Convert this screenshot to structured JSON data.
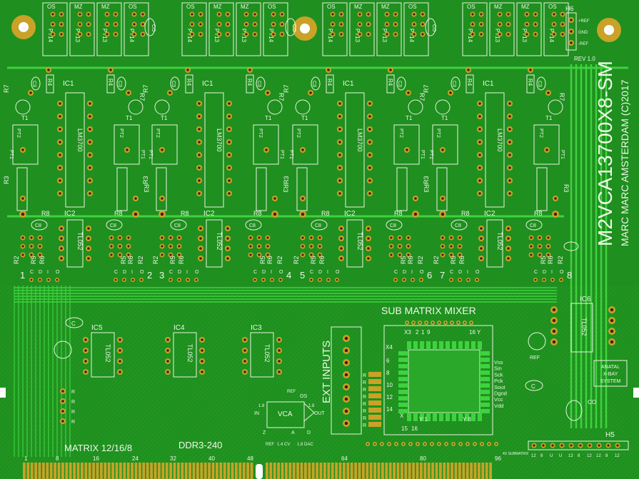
{
  "board": {
    "title": "M2VCA13700X8-SM",
    "credit": "MARC MARC AMSTERDAM (C)2017",
    "revision": "REV 1.0",
    "colors": {
      "substrate": "#1f8f1f",
      "trace": "#3fd23f",
      "silk": "#eef8e8",
      "pad": "#c9a227",
      "hole": "#4a1a10"
    }
  },
  "header_h6": {
    "ref": "H6",
    "pins": [
      "+REF",
      "GND",
      "-REF"
    ]
  },
  "channel_block": {
    "pot_labels": [
      "OS",
      "MZ",
      "MZ",
      "OS"
    ],
    "pot_parts": [
      "PT14",
      "PT13",
      "PT13",
      "PT14"
    ],
    "cap_co": "CO",
    "r7": "R7",
    "r4": "R4",
    "c3": "C3",
    "c4": "C4",
    "ic1": "IC1",
    "t1": "T1",
    "pt1": "PT1",
    "pt2": "PT2",
    "chip1": "LM3700",
    "r3": "R3",
    "r8": "R8",
    "ic2": "IC2",
    "chip2": "TL052",
    "c8": "C8",
    "r2": "R2",
    "r5": "R5",
    "r6": "R6",
    "pins": [
      "C",
      "D",
      "I",
      "O"
    ]
  },
  "channels": [
    "1",
    "2",
    "3",
    "4",
    "5",
    "6",
    "7",
    "8"
  ],
  "matrix_section": {
    "ics": [
      {
        "ref": "IC5",
        "chip": "TL052"
      },
      {
        "ref": "IC4",
        "chip": "TL052"
      },
      {
        "ref": "IC3",
        "chip": "TL052"
      }
    ],
    "cap": "C",
    "r": "R",
    "label": "MATRIX 12/16/8",
    "ram": "DDR3-240"
  },
  "vca_diagram": {
    "title": "VCA",
    "in": "IN",
    "out": "OUT",
    "ref": "REF",
    "os": "OS",
    "z": "Z",
    "a": "A",
    "d": "D",
    "v_in": "1.8",
    "v_out": "1.8",
    "ref2": "REF",
    "cv": "1.4 CV",
    "dac": "1.8 DAC"
  },
  "ext_inputs": {
    "label": "EXT INPUTS",
    "r": "R"
  },
  "sub_matrix": {
    "label": "SUB MATRIX MIXER",
    "top_labels": [
      "X3",
      "2",
      "1",
      "9",
      "16 Y"
    ],
    "left_labels": [
      "X4",
      "6",
      "8",
      "10",
      "12",
      "14",
      "X"
    ],
    "bottom_labels": [
      "15",
      "16",
      "Y 1",
      "Y 8"
    ],
    "right_labels": [
      "Vss",
      "Sin",
      "Sck",
      "Pck",
      "Sout",
      "Dgnd",
      "Vcc",
      "Vdd"
    ]
  },
  "ic6": {
    "ref": "IC6",
    "chip": "TL052",
    "ref_label": "REF",
    "cap": "C",
    "co": "CO"
  },
  "logo": [
    "ANATAL",
    "X-BAY",
    "SYSTEM"
  ],
  "header_h5": {
    "ref": "H5",
    "pin_labels": [
      "12",
      "8",
      "U",
      "U",
      "12",
      "8",
      "12",
      "12",
      "8",
      "12"
    ]
  },
  "connector": {
    "pin_labels": [
      "1",
      "8",
      "16",
      "24",
      "32",
      "40",
      "48",
      "64",
      "80",
      "96"
    ],
    "sub_label": "4X SUBMATRIX"
  }
}
